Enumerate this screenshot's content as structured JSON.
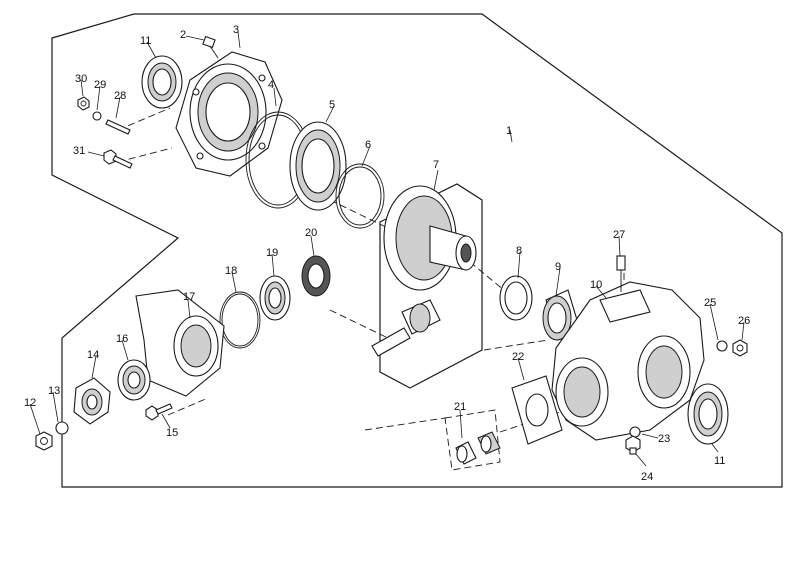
{
  "diagram": {
    "labels": [
      "1",
      "2",
      "3",
      "4",
      "5",
      "6",
      "7",
      "8",
      "9",
      "10",
      "11",
      "11",
      "12",
      "13",
      "14",
      "15",
      "16",
      "17",
      "18",
      "19",
      "20",
      "21",
      "22",
      "23",
      "24",
      "25",
      "26",
      "27",
      "28",
      "29",
      "30",
      "31"
    ]
  },
  "colors": {
    "line": "#1a1a1a",
    "background": "#ffffff",
    "shade": "#cfcfcf"
  }
}
